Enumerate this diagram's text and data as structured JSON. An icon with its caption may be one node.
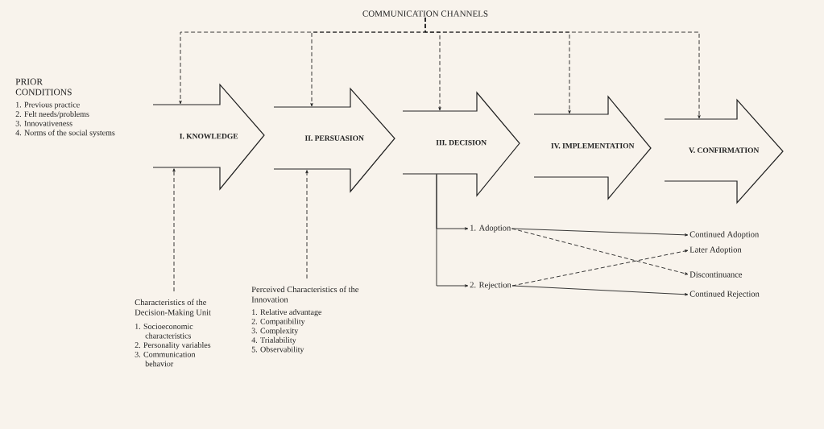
{
  "diagram": {
    "nodes": [
      {
        "text": [
          "COMMUNICATION CHANNELS"
        ]
      },
      {
        "text": [
          "PRIOR CONDITIONS",
          "1. Previous practice",
          "2. Felt needs/problems",
          "3. Innovativeness",
          "4. Norms of the social systems"
        ]
      },
      {
        "text": [
          "I. KNOWLEDGE"
        ]
      },
      {
        "text": [
          "II. PERSUASION"
        ]
      },
      {
        "text": [
          "III. DECISION"
        ]
      },
      {
        "text": [
          "IV. IMPLEMENTATION"
        ]
      },
      {
        "text": [
          "V. CONFIRMATION"
        ]
      },
      {
        "text": [
          "Characteristics of the Decision-Making Unit",
          "1. Socioeconomic characteristics",
          "2. Personality variables",
          "3. Communication behavior"
        ]
      },
      {
        "text": [
          "Perceived Characteristics of the Innovation",
          "1. Relative advantage",
          "2. Compatibility",
          "3. Complexity",
          "4. Trialability",
          "5. Observability"
        ]
      },
      {
        "text": [
          "1. Adoption"
        ]
      },
      {
        "text": [
          "2. Rejection"
        ]
      },
      {
        "text": [
          "Continued Adoption"
        ]
      },
      {
        "text": [
          "Later Adoption"
        ]
      },
      {
        "text": [
          "Discontinuance"
        ]
      },
      {
        "text": [
          "Continued Rejection"
        ]
      }
    ],
    "edges": [
      {
        "from": 0,
        "to": 2,
        "arrow": "to",
        "style": "dashed"
      },
      {
        "from": 0,
        "to": 3,
        "arrow": "to",
        "style": "dashed"
      },
      {
        "from": 0,
        "to": 4,
        "arrow": "to",
        "style": "dashed"
      },
      {
        "from": 0,
        "to": 5,
        "arrow": "to",
        "style": "dashed"
      },
      {
        "from": 0,
        "to": 6,
        "arrow": "to",
        "style": "dashed"
      },
      {
        "from": 7,
        "to": 2,
        "arrow": "to",
        "style": "dashed"
      },
      {
        "from": 8,
        "to": 3,
        "arrow": "to",
        "style": "dashed"
      },
      {
        "from": 4,
        "to": 9,
        "arrow": "to"
      },
      {
        "from": 4,
        "to": 10,
        "arrow": "to"
      },
      {
        "from": 9,
        "to": 11,
        "arrow": "to"
      },
      {
        "from": 9,
        "to": 13,
        "arrow": "to",
        "style": "dashed"
      },
      {
        "from": 10,
        "to": 12,
        "arrow": "to",
        "style": "dashed"
      },
      {
        "from": 10,
        "to": 14,
        "arrow": "to"
      }
    ]
  }
}
